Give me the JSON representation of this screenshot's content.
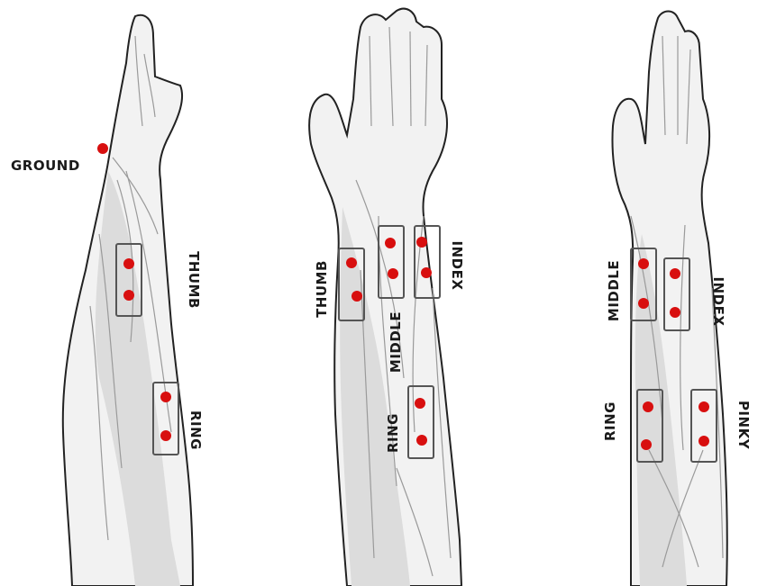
{
  "labels": {
    "ground": "GROUND",
    "arm1_thumb": "THUMB",
    "arm1_ring": "RING",
    "arm2_thumb": "THUMB",
    "arm2_middle": "MIDDLE",
    "arm2_index": "INDEX",
    "arm2_ring": "RING",
    "arm3_middle": "MIDDLE",
    "arm3_index": "INDEX",
    "arm3_ring": "RING",
    "arm3_pinky": "PINKY"
  },
  "colors": {
    "electrode": "#d80f0f",
    "box_stroke": "#555555",
    "outline": "#222222"
  }
}
